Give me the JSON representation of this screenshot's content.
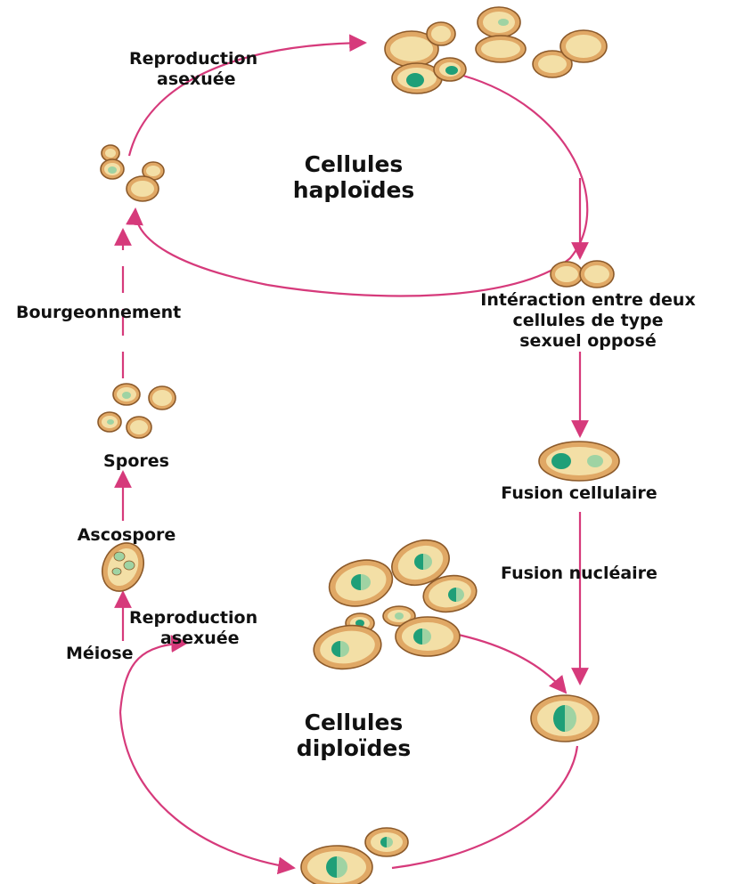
{
  "labels": {
    "asexual_top_line1": "Reproduction",
    "asexual_top_line2": "asexuée",
    "haploid_line1": "Cellules",
    "haploid_line2": "haploïdes",
    "budding": "Bourgeonnement",
    "interaction_line1": "Intéraction entre deux",
    "interaction_line2": "cellules de type",
    "interaction_line3": "sexuel opposé",
    "spores": "Spores",
    "cell_fusion": "Fusion cellulaire",
    "ascospore": "Ascospore",
    "nuclear_fusion": "Fusion nucléaire",
    "asexual_bottom_line1": "Reproduction",
    "asexual_bottom_line2": "asexuée",
    "meiosis": "Méiose",
    "diploid_line1": "Cellules",
    "diploid_line2": "diploïdes"
  },
  "colors": {
    "arrow": "#d63a7b",
    "cell_outer": "#e0a865",
    "cell_inner": "#f3dfa6",
    "cell_stroke": "#8c5a2a",
    "nucleus_dark": "#1f9f78",
    "nucleus_light": "#9fd3a3"
  }
}
